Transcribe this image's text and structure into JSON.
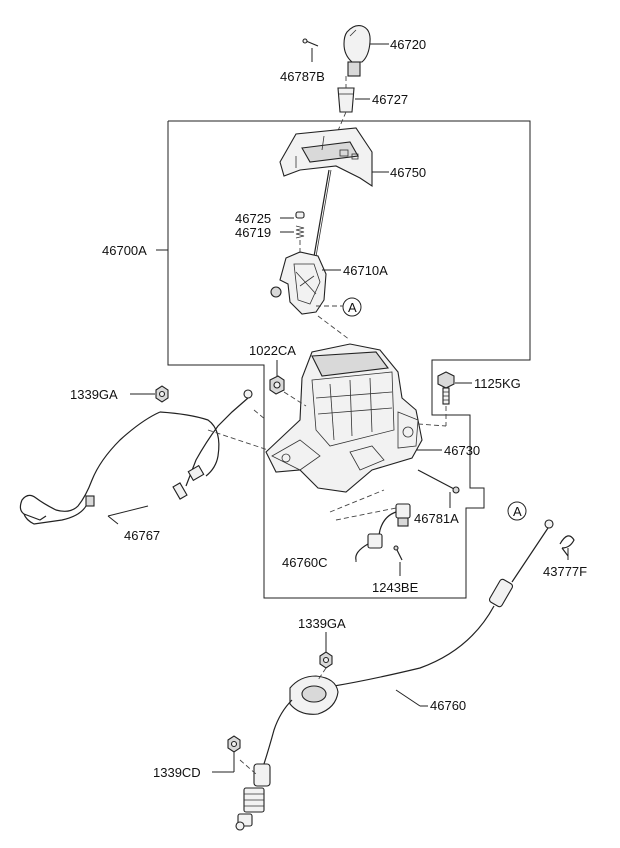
{
  "labels": {
    "p46720": "46720",
    "p46787b": "46787B",
    "p46727": "46727",
    "p46750": "46750",
    "p46725": "46725",
    "p46719": "46719",
    "p46700a": "46700A",
    "p46710a": "46710A",
    "ref_a1": "A",
    "p1022ca": "1022CA",
    "p1125kg": "1125KG",
    "p1339ga_top": "1339GA",
    "p46730": "46730",
    "p46781a": "46781A",
    "p46767": "46767",
    "p46760c": "46760C",
    "p1243be": "1243BE",
    "ref_a2": "A",
    "p43777f": "43777F",
    "p1339ga_bottom": "1339GA",
    "p46760": "46760",
    "p1339cd": "1339CD"
  }
}
